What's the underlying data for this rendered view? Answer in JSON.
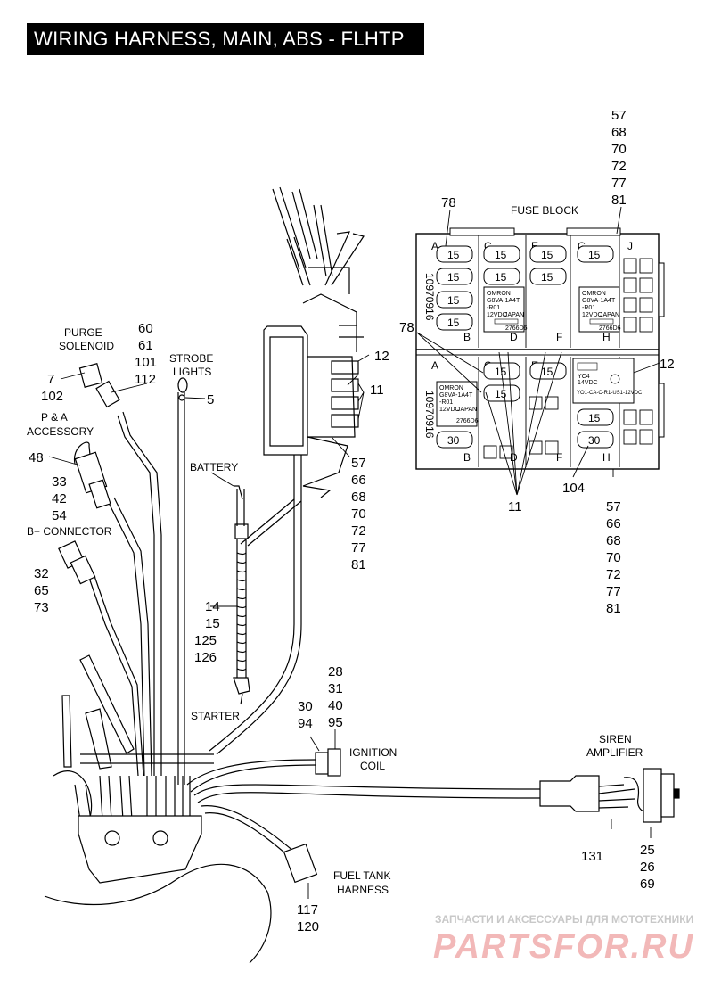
{
  "title": "WIRING HARNESS, MAIN, ABS - FLHTP",
  "labels": {
    "purge_solenoid": [
      "PURGE",
      "SOLENOID"
    ],
    "strobe_lights": [
      "STROBE",
      "LIGHTS"
    ],
    "pa_accessory": [
      "P & A",
      "ACCESSORY"
    ],
    "b_plus_connector": "B+ CONNECTOR",
    "battery": "BATTERY",
    "starter": "STARTER",
    "ignition_coil": [
      "IGNITION",
      "COIL"
    ],
    "siren_amplifier": [
      "SIREN",
      "AMPLIFIER"
    ],
    "fuel_tank_harness": [
      "FUEL TANK",
      "HARNESS"
    ],
    "fuse_block": "FUSE BLOCK"
  },
  "callouts": {
    "c57_top": [
      "57",
      "68",
      "70",
      "72",
      "77",
      "81"
    ],
    "c78_top": "78",
    "c78_mid": "78",
    "c12_left": "12",
    "c12_right": "12",
    "c11_left": "11",
    "c11_bottom": "11",
    "c57_mid": [
      "57",
      "66",
      "68",
      "70",
      "72",
      "77",
      "81"
    ],
    "c57_right": [
      "57",
      "66",
      "68",
      "70",
      "72",
      "77",
      "81"
    ],
    "c104": "104",
    "c60": [
      "60",
      "61",
      "101",
      "112"
    ],
    "c7": [
      "7",
      "102"
    ],
    "c5": "5",
    "c48": "48",
    "c33": [
      "33",
      "42",
      "54"
    ],
    "c32": [
      "32",
      "65",
      "73"
    ],
    "c14": [
      "14",
      "15",
      "125",
      "126"
    ],
    "c28": [
      "28",
      "31",
      "40",
      "95"
    ],
    "c30": [
      "30",
      "94"
    ],
    "c131": "131",
    "c25": [
      "25",
      "26",
      "69"
    ],
    "c117": [
      "117",
      "120"
    ]
  },
  "fuse_block": {
    "top_letters": [
      "A",
      "C",
      "E",
      "G",
      "J"
    ],
    "top_row_letters": [
      "B",
      "D",
      "F",
      "H"
    ],
    "bottom_letters": [
      "A",
      "C",
      "E",
      "G"
    ],
    "bottom_row_letters": [
      "B",
      "D",
      "F",
      "H"
    ],
    "top_fuses_left": [
      "15",
      "15",
      "15",
      "15"
    ],
    "top_fuses_c": [
      "15",
      "15"
    ],
    "top_fuses_e": [
      "15",
      "15"
    ],
    "top_fuses_g": [
      "15"
    ],
    "bottom_fuses_c": [
      "15",
      "15"
    ],
    "bottom_fuses_e": [
      "15"
    ],
    "bottom_fuses_left": [
      "30"
    ],
    "bottom_fuses_h": [
      "15",
      "30"
    ],
    "relay_text": [
      "OMRON",
      "G8VA-1A4T",
      "-R01",
      "12VDC",
      "JAPAN",
      "2766D6"
    ],
    "side_code": "10970916",
    "relay_right_text": [
      "YC4",
      "14VDC",
      "YO1-CA-C-R1-US1-12VDC"
    ]
  },
  "watermark": {
    "line1": "ЗАПЧАСТИ И АКСЕССУАРЫ ДЛЯ МОТОТЕХНИКИ",
    "line2": "PARTSFOR.RU"
  }
}
